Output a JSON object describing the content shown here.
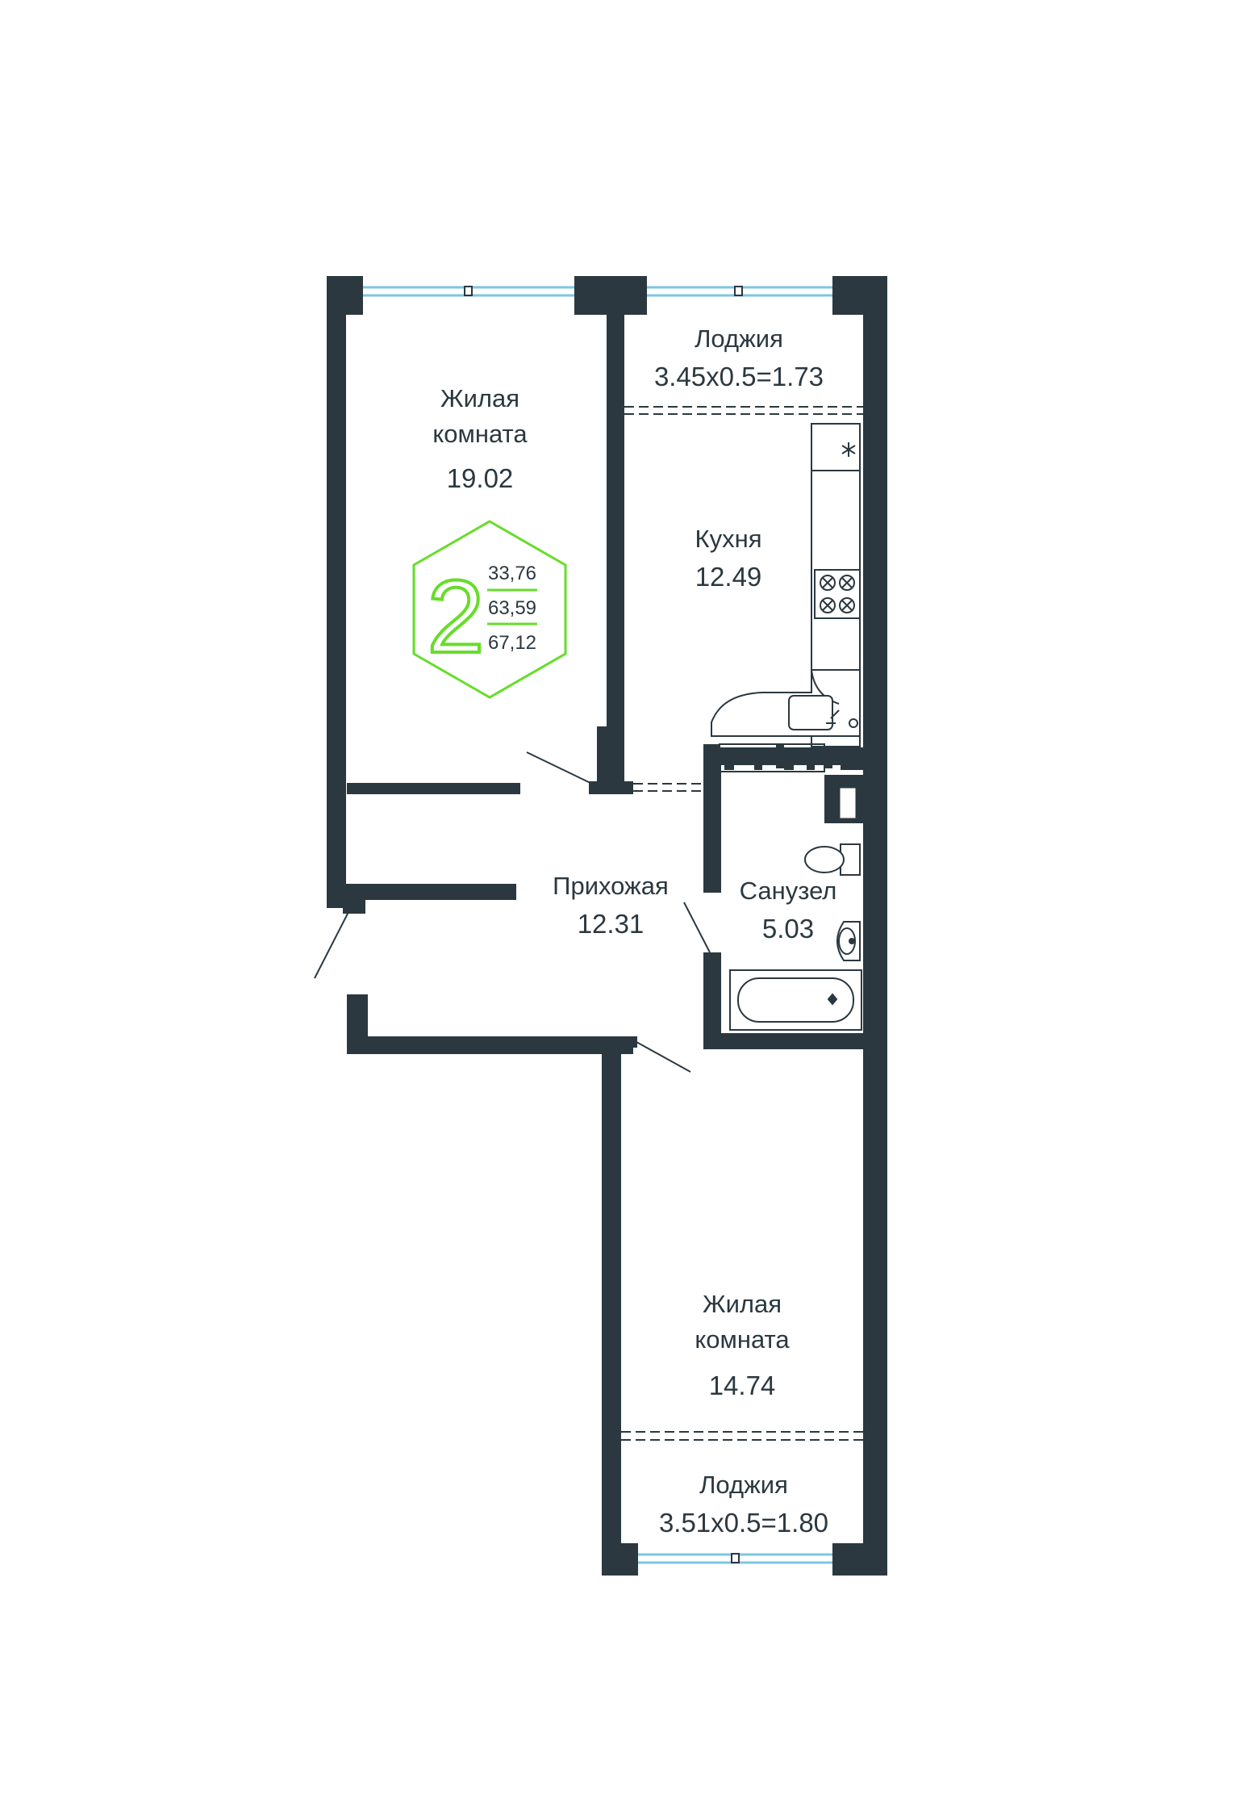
{
  "rooms": {
    "living_room_1": {
      "label_line1": "Жилая",
      "label_line2": "комната",
      "area": "19.02"
    },
    "loggia_1": {
      "label": "Лоджия",
      "formula": "3.45x0.5=1.73"
    },
    "kitchen": {
      "label": "Кухня",
      "area": "12.49"
    },
    "hallway": {
      "label": "Прихожая",
      "area": "12.31"
    },
    "bathroom": {
      "label": "Санузел",
      "area": "5.03"
    },
    "living_room_2": {
      "label_line1": "Жилая",
      "label_line2": "комната",
      "area": "14.74"
    },
    "loggia_2": {
      "label": "Лоджия",
      "formula": "3.51x0.5=1.80"
    }
  },
  "badge": {
    "rooms_count": "2",
    "living_area": "33,76",
    "total_area": "63,59",
    "total_with_loggias": "67,12"
  },
  "colors": {
    "wall": "#2b3840",
    "accent_green": "#66dd2a",
    "window": "#7cc6e6",
    "text": "#2b3840"
  },
  "icons": {
    "stove": "cooktop-icon",
    "sink": "sink-icon",
    "toilet": "toilet-icon",
    "bathtub": "bathtub-icon",
    "ventilation": "asterisk-icon"
  }
}
